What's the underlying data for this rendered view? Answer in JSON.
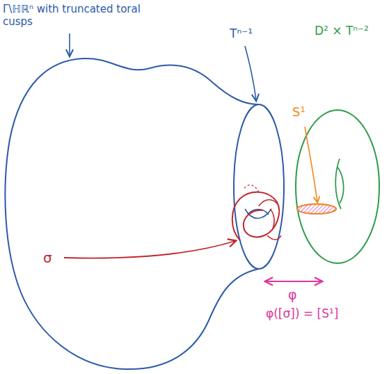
{
  "diagram": {
    "labels": [
      "Γ\\ℍℝⁿ with truncated toral cusps",
      "Tⁿ⁻¹",
      "D² × Tⁿ⁻²",
      "S¹",
      "σ",
      "φ",
      "φ([σ]) = [S¹]"
    ]
  }
}
